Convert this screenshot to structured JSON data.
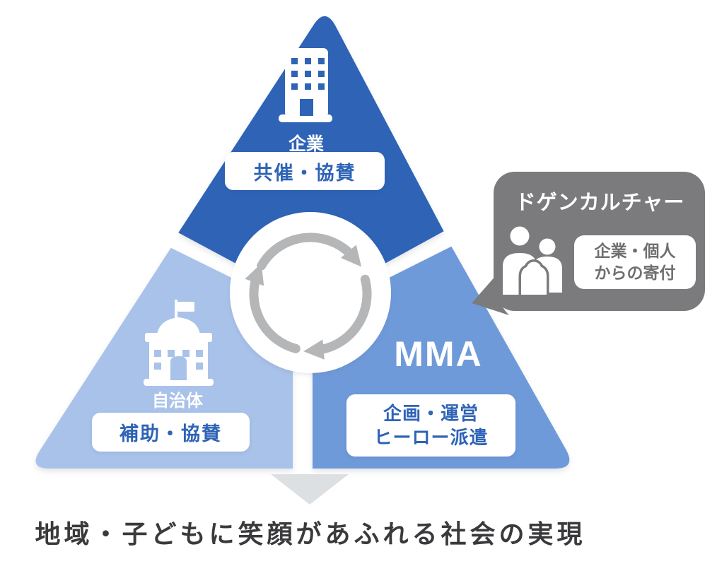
{
  "colors": {
    "corporate_blue": "#2e63b6",
    "municipality_blue": "#a9c2ea",
    "mma_blue": "#6f9ad9",
    "label_text_blue": "#2e63b6",
    "bubble_gray": "#7b7b7d",
    "bubble_text_gray": "#6f6f71",
    "cycle_arrow_gray": "#b5b6b8",
    "down_arrow_gray": "#dde0e3",
    "goal_text_dark": "#3a3a3c",
    "white": "#ffffff"
  },
  "triangle": {
    "top": {
      "icon": "office-building-icon",
      "label": "企業",
      "box": "共催・協賛"
    },
    "bottom_left": {
      "icon": "government-building-icon",
      "label": "自治体",
      "box": "補助・協賛"
    },
    "bottom_right": {
      "label": "MMA",
      "box_line1": "企画・運営",
      "box_line2": "ヒーロー派遣"
    }
  },
  "center": {
    "icon": "cycle-arrows-icon"
  },
  "bubble": {
    "title": "ドゲンカルチャー",
    "icon": "people-group-icon",
    "box_line1": "企業・個人",
    "box_line2": "からの寄付"
  },
  "goal": {
    "icon": "down-arrow-icon",
    "text": "地域・子どもに笑顔があふれる社会の実現"
  }
}
